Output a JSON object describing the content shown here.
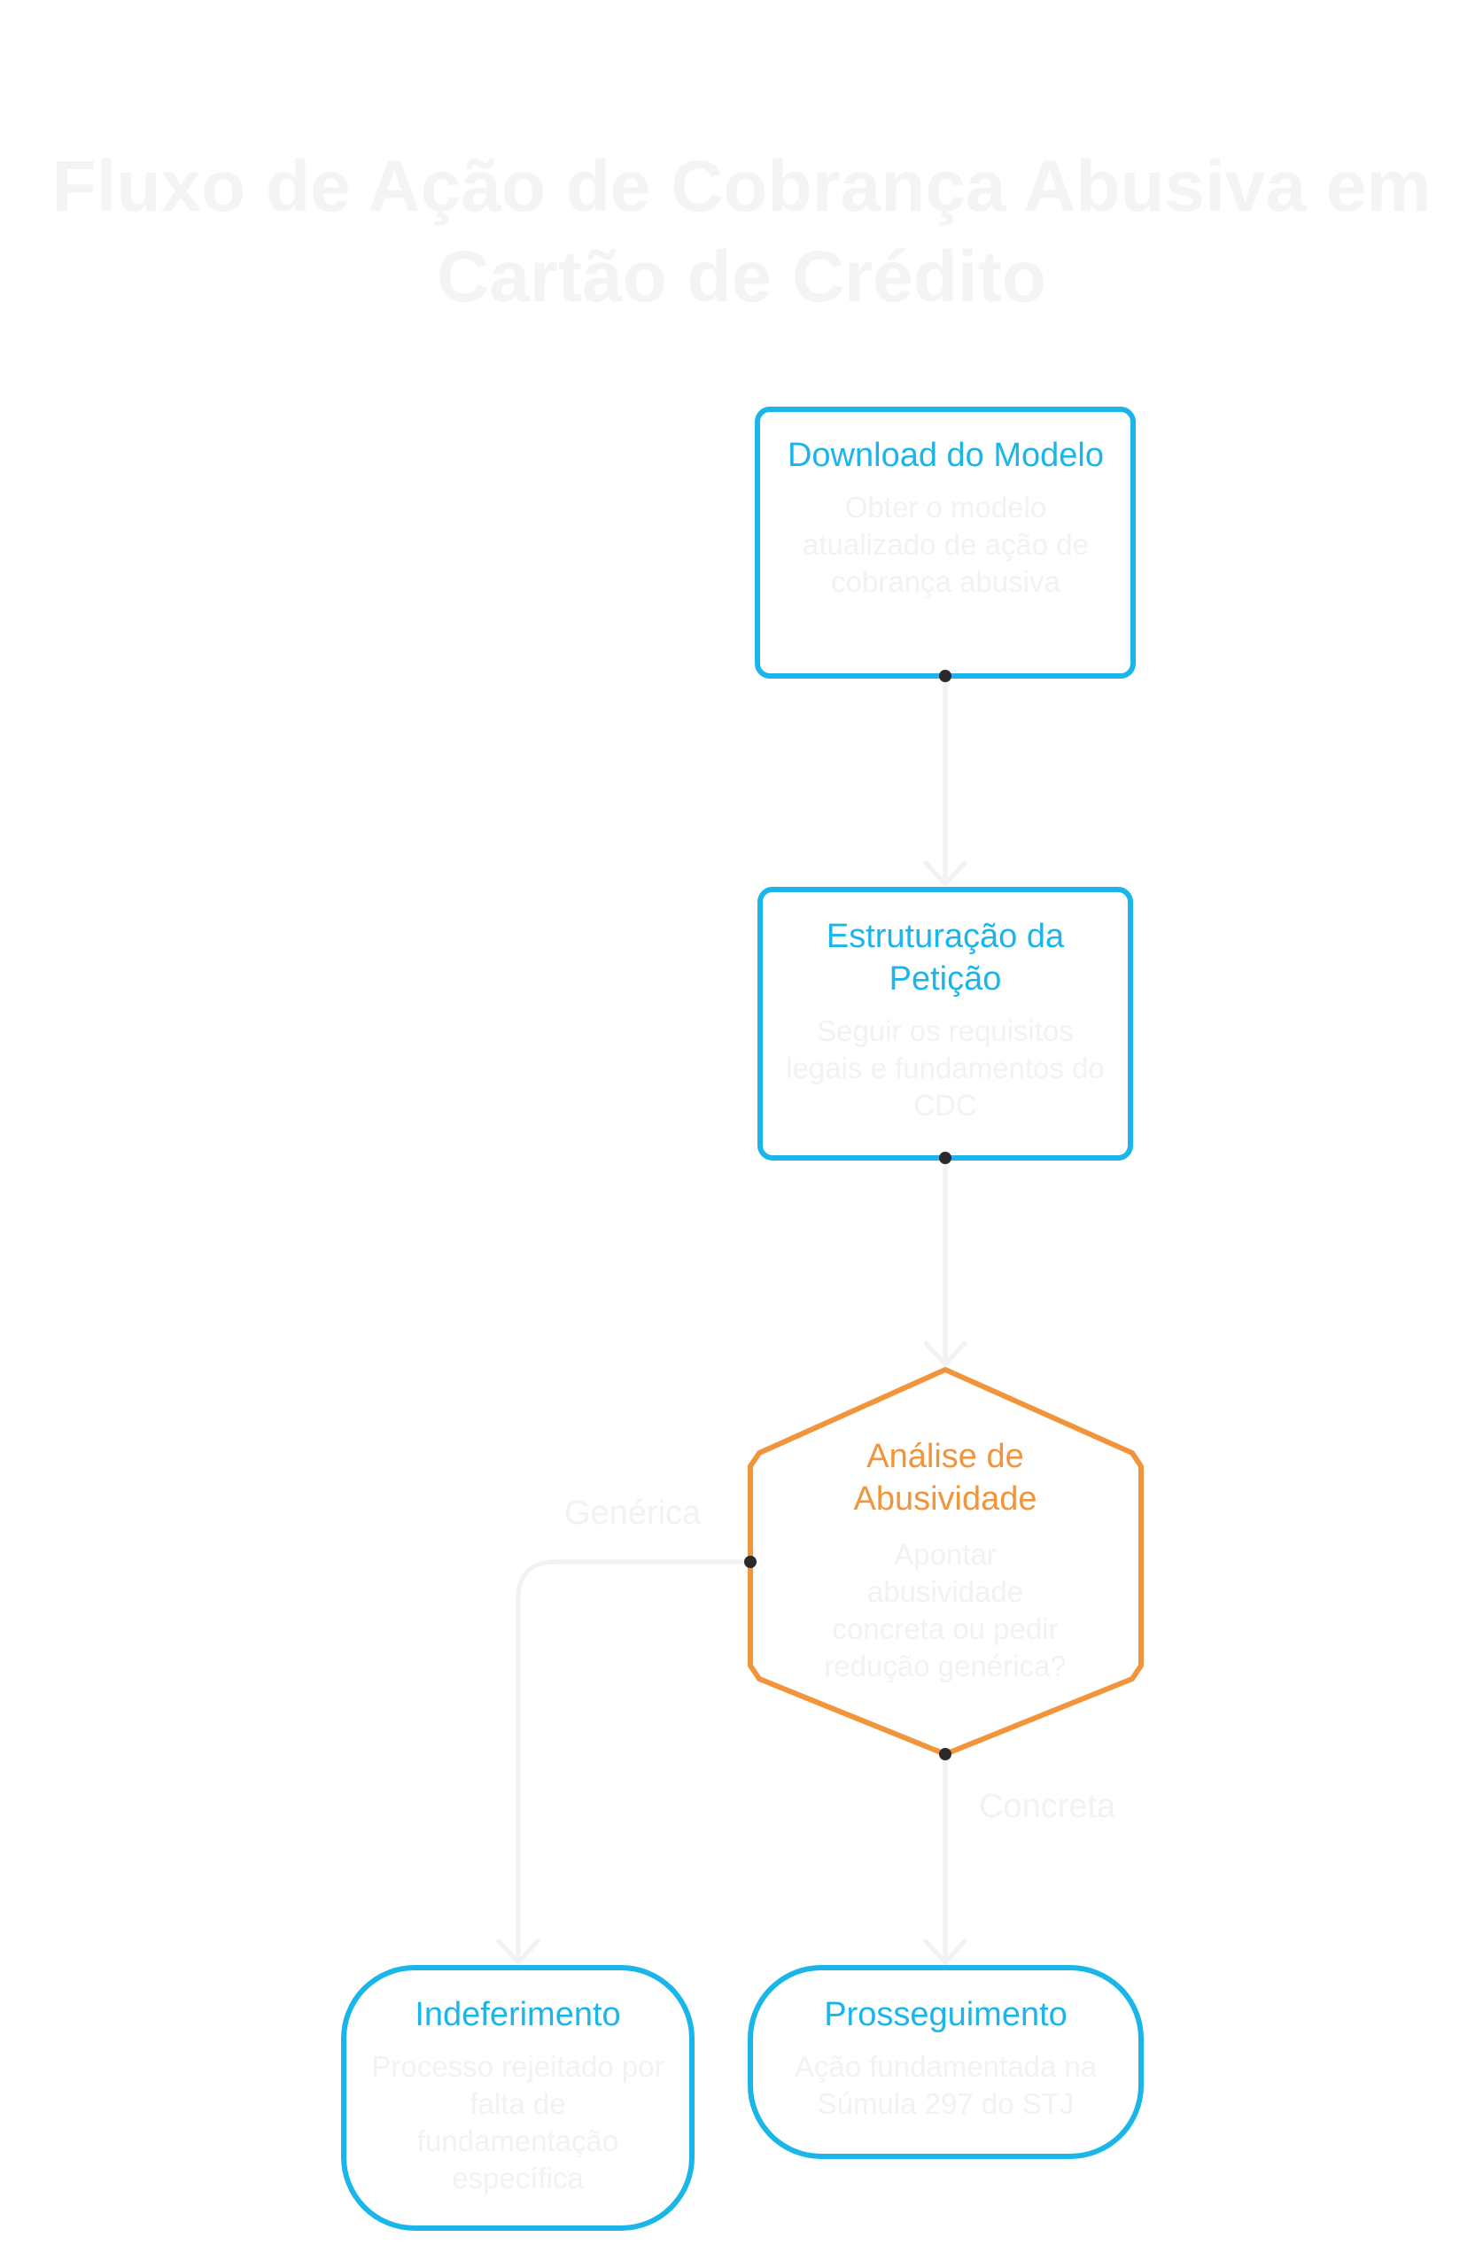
{
  "title": "Fluxo de Ação de Cobrança Abusiva em Cartão de Crédito",
  "colors": {
    "process": "#1ab6ea",
    "decision": "#f2943a",
    "edge": "#f2f2f2",
    "faint_text": "#f2f2f2",
    "dot": "#2a2a2a"
  },
  "nodes": {
    "download": {
      "title": "Download do Modelo",
      "desc": "Obter o modelo atualizado de ação de cobrança abusiva"
    },
    "estruturacao": {
      "title": "Estruturação da Petição",
      "desc": "Seguir os requisitos legais e fundamentos do CDC"
    },
    "analise": {
      "title": "Análise de Abusividade",
      "desc": "Apontar abusividade concreta ou pedir redução genérica?"
    },
    "indeferimento": {
      "title": "Indeferimento",
      "desc": "Processo rejeitado por falta de fundamentação específica"
    },
    "prosseguimento": {
      "title": "Prosseguimento",
      "desc": "Ação fundamentada na Súmula 297 do STJ"
    }
  },
  "edges": {
    "generica": "Genérica",
    "concreta": "Concreta"
  }
}
